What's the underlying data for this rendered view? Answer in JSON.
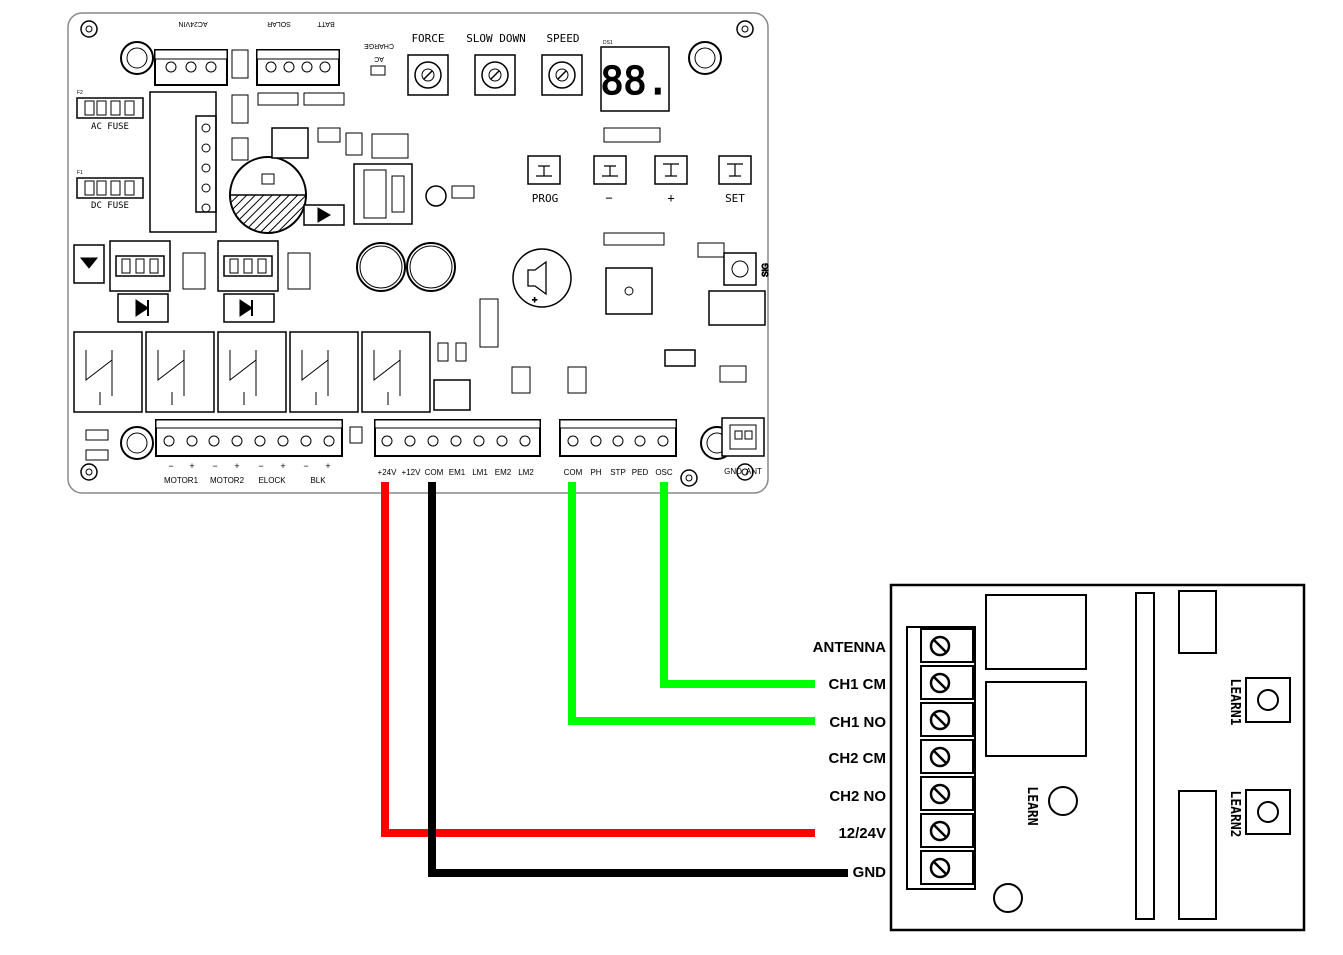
{
  "controller": {
    "top_terminals": {
      "ac24vin": "AC24VIN",
      "solar": "SOLAR",
      "batt": "BATT",
      "charge": "CHARGE",
      "ac": "AC"
    },
    "fuses": {
      "ac_fuse": "AC FUSE",
      "dc_fuse": "DC FUSE",
      "f2": "F2",
      "f1": "F1"
    },
    "pots": {
      "force": "FORCE",
      "slow_down": "SLOW DOWN",
      "speed": "SPEED"
    },
    "display": {
      "label": "DS1",
      "digits": "88."
    },
    "buttons": {
      "prog": "PROG",
      "minus": "−",
      "plus": "+",
      "set": "SET"
    },
    "side_labels": {
      "sig": "SIG"
    },
    "output_groups": {
      "motor1": "MOTOR1",
      "motor2": "MOTOR2",
      "elock": "ELOCK",
      "blk": "BLK"
    },
    "polarity": {
      "minus": "−",
      "plus": "+"
    },
    "power_terminals": [
      "+24V",
      "+12V",
      "COM",
      "EM1",
      "LM1",
      "EM2",
      "LM2"
    ],
    "input_terminals": [
      "COM",
      "PH",
      "STP",
      "PED",
      "OSC"
    ],
    "antenna_terminals": "GND  ANT"
  },
  "receiver": {
    "terminals": [
      "ANTENNA",
      "CH1 CM",
      "CH1 NO",
      "CH2 CM",
      "CH2 NO",
      "12/24V",
      "GND"
    ],
    "learn": "LEARN",
    "learn1": "LEARN1",
    "learn2": "LEARN2"
  },
  "wires": [
    {
      "from": "+24V",
      "to": "12/24V",
      "color": "#ff0000"
    },
    {
      "from": "COM",
      "to": "GND",
      "color": "#000000"
    },
    {
      "from": "COM",
      "to": "CH1 NO",
      "color": "#00ff00"
    },
    {
      "from": "OSC",
      "to": "CH1 CM",
      "color": "#00ff00"
    }
  ],
  "colors": {
    "red_wire": "#ff0000",
    "black_wire": "#000000",
    "green_wire": "#00ff00"
  }
}
